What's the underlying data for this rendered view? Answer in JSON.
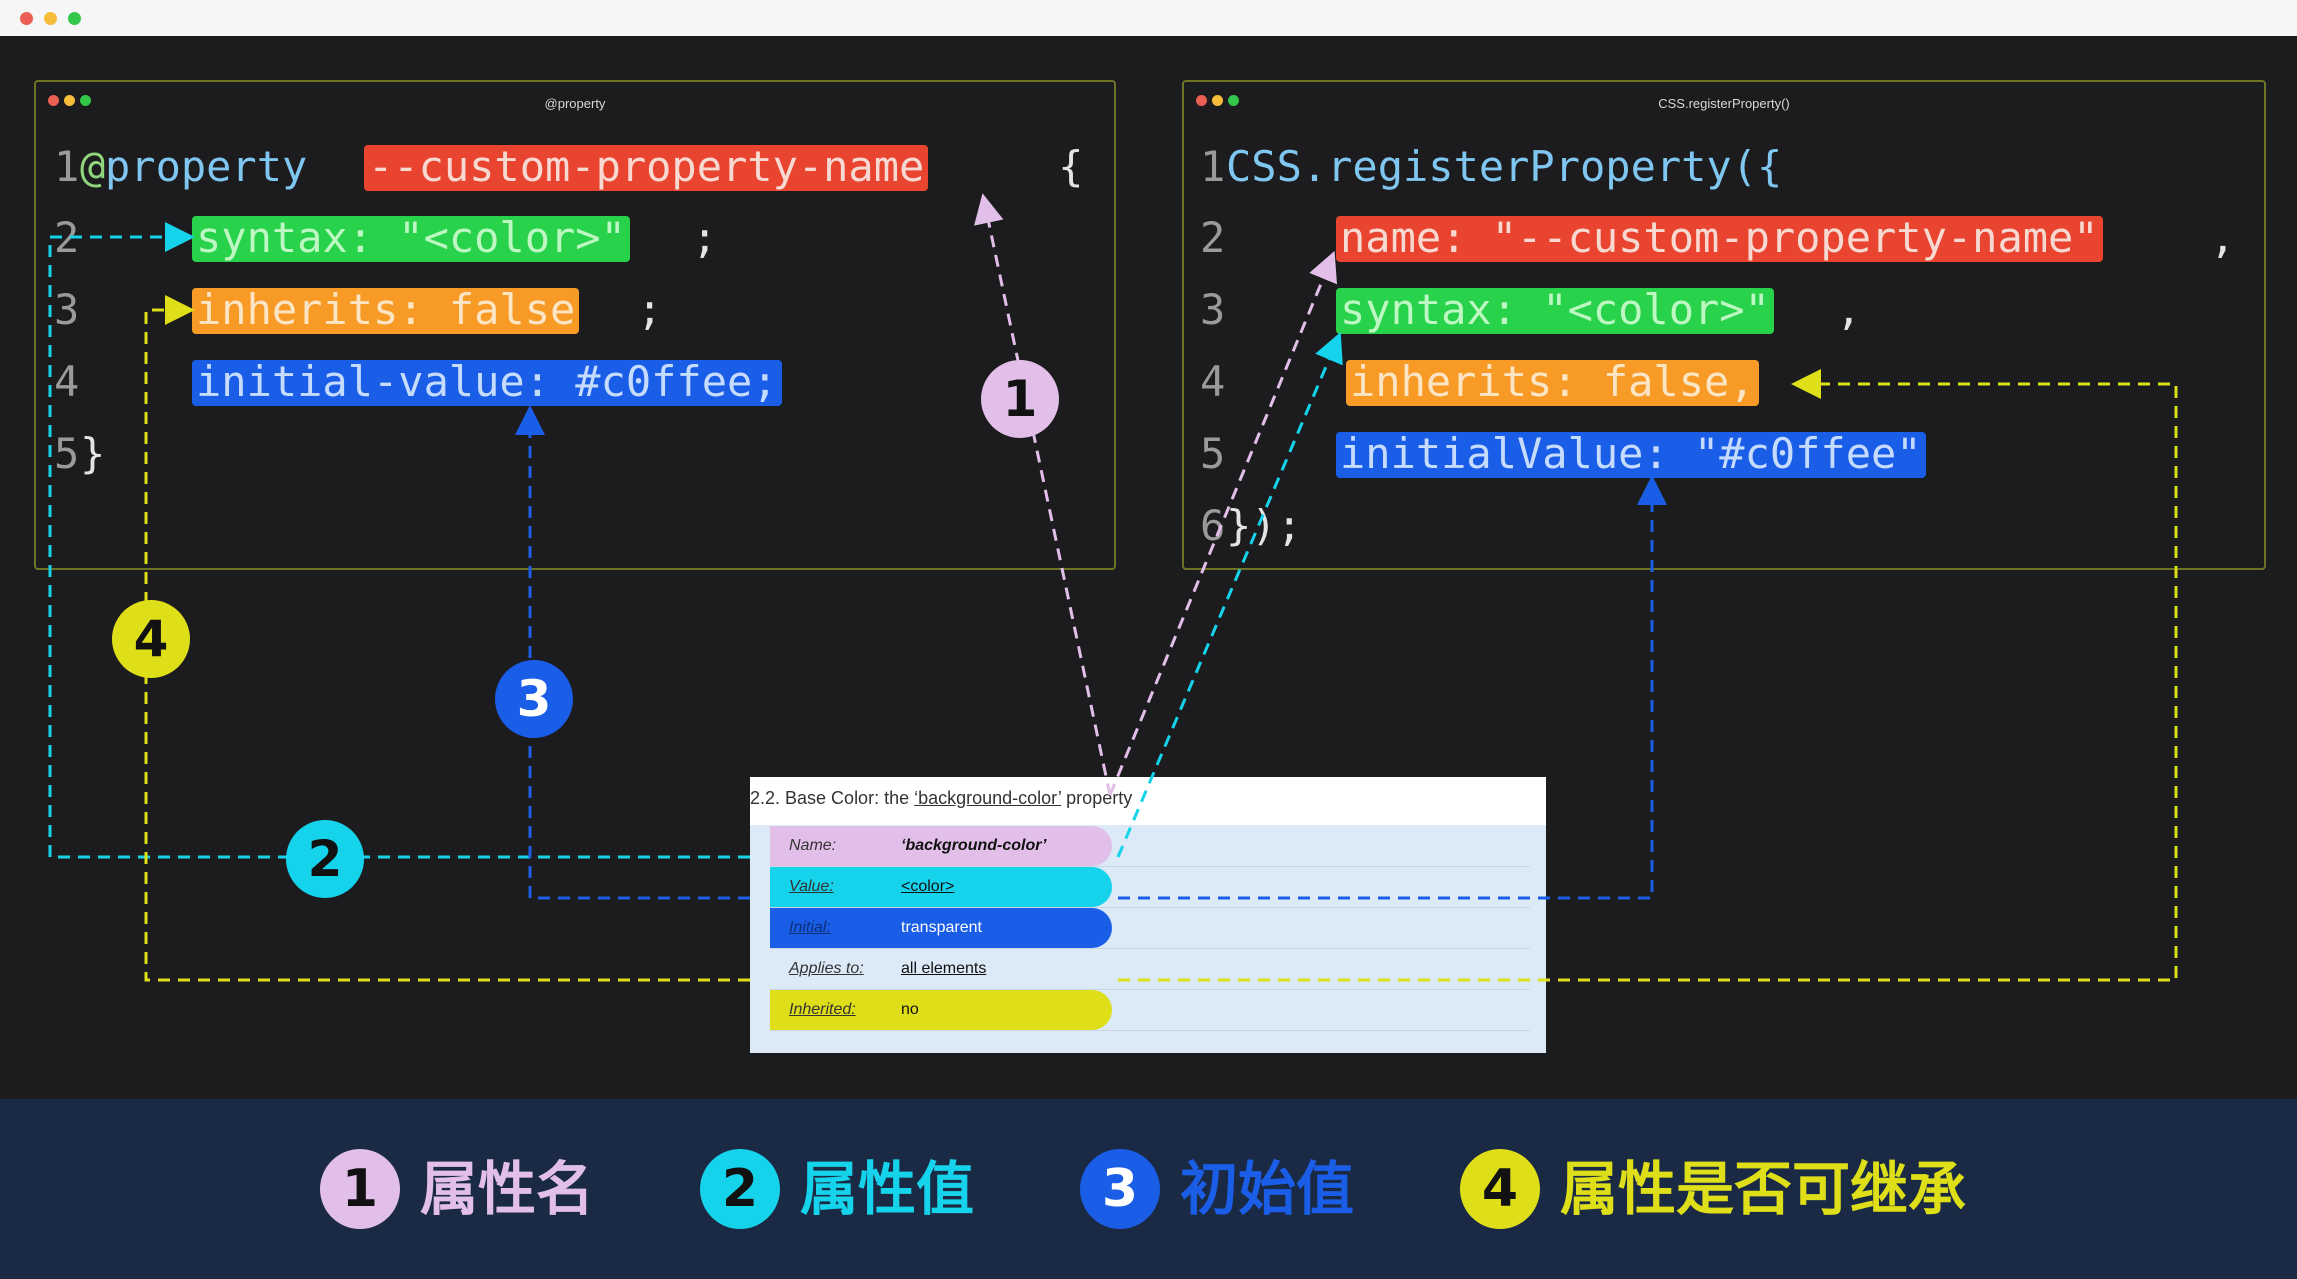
{
  "window": {
    "title": ""
  },
  "panels": {
    "left": {
      "title": "@property",
      "lines": [
        {
          "num": "1",
          "pre": "@property ",
          "hl": "--custom-property-name",
          "post": " {"
        },
        {
          "num": "2",
          "hl": "syntax: \"<color>\"",
          "post": ";"
        },
        {
          "num": "3",
          "hl": "inherits: false",
          "post": ";"
        },
        {
          "num": "4",
          "hl": "initial-value: #c0ffee;"
        },
        {
          "num": "5",
          "pre": "}"
        }
      ]
    },
    "right": {
      "title": "CSS.registerProperty()",
      "lines": [
        {
          "num": "1",
          "pre": "CSS.registerProperty({"
        },
        {
          "num": "2",
          "hl": "name: \"--custom-property-name\"",
          "post": ","
        },
        {
          "num": "3",
          "hl": "syntax: \"<color>\"",
          "post": ","
        },
        {
          "num": "4",
          "hl": "inherits: false,"
        },
        {
          "num": "5",
          "hl": "initialValue: \"#c0ffee\""
        },
        {
          "num": "6",
          "pre": "});"
        }
      ]
    }
  },
  "spec": {
    "heading_prefix": "2.2. Base Color: the ",
    "heading_link": "‘background-color’",
    "heading_suffix": " property",
    "rows": [
      {
        "key": "Name:",
        "value": "‘background-color’"
      },
      {
        "key": "Value:",
        "value": "<color>"
      },
      {
        "key": "Initial:",
        "value": "transparent"
      },
      {
        "key": "Applies to:",
        "value": "all elements"
      },
      {
        "key": "Inherited:",
        "value": "no"
      }
    ]
  },
  "badges": [
    "1",
    "2",
    "3",
    "4"
  ],
  "legend": [
    {
      "num": "1",
      "label": "属性名",
      "color": "#e2bfe8"
    },
    {
      "num": "2",
      "label": "属性值",
      "color": "#16d3ec"
    },
    {
      "num": "3",
      "label": "初始值",
      "color": "#1a5de6"
    },
    {
      "num": "4",
      "label": "属性是否可继承",
      "color": "#dede19"
    }
  ],
  "colors": {
    "purple": "#e2bfe8",
    "cyan": "#16d3ec",
    "blue": "#1a5de6",
    "yellow": "#dede19",
    "red": "#e8442f",
    "green": "#28d24b",
    "orange": "#f89a26"
  }
}
